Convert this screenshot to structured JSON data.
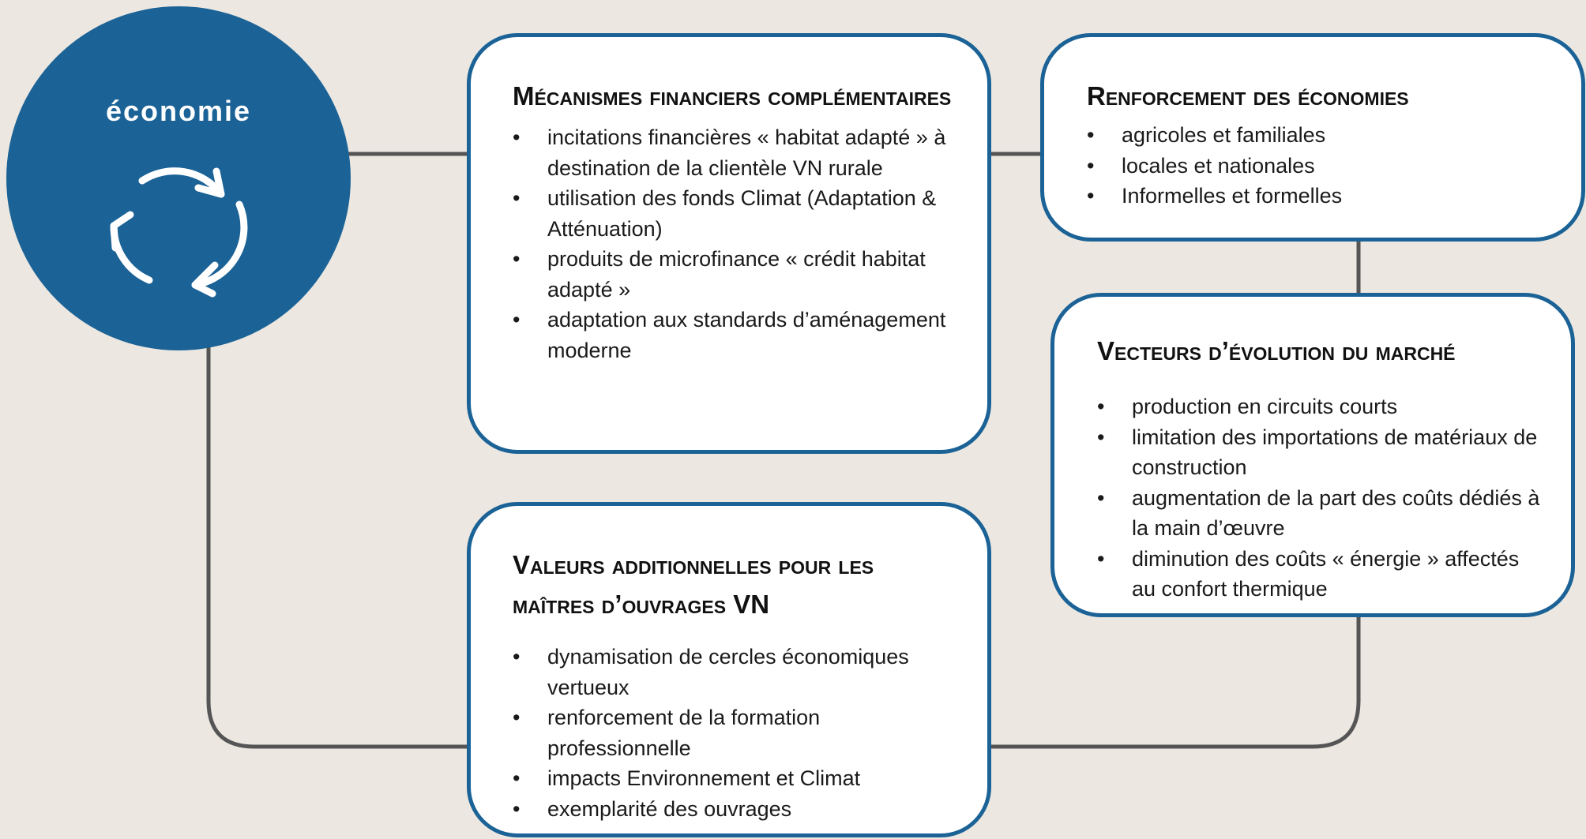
{
  "colors": {
    "background": "#ece8e1",
    "accent": "#1b6296",
    "connector": "#555555",
    "box_fill": "#ffffff"
  },
  "circle": {
    "title": "économie",
    "icon": "refresh-cycle-icon"
  },
  "boxes": {
    "financial": {
      "title": "Mécanismes financiers complémentaires",
      "items": [
        "incitations financières « habitat adapté » à destination de la clientèle VN rurale",
        "utilisation des fonds Climat (Adaptation & Atténuation)",
        "produits de microfinance « crédit habitat adapté »",
        "adaptation aux standards d’aménagement moderne"
      ]
    },
    "strength": {
      "title": "Renforcement des économies",
      "items": [
        "agricoles et familiales",
        "locales et nationales",
        "Informelles et formelles"
      ]
    },
    "market": {
      "title": "Vecteurs d’évolution du marché",
      "items": [
        "production en circuits courts",
        "limitation des importations de matériaux de construction",
        "augmentation de la part des coûts dédiés à la main d’œuvre",
        "diminution des coûts « énergie » affectés au confort thermique"
      ]
    },
    "values": {
      "title": "Valeurs additionnelles pour les maîtres d’ouvrages VN",
      "items": [
        "dynamisation de cercles économiques vertueux",
        "renforcement de la formation professionnelle",
        "impacts Environnement et Climat",
        "exemplarité des ouvrages"
      ]
    }
  }
}
